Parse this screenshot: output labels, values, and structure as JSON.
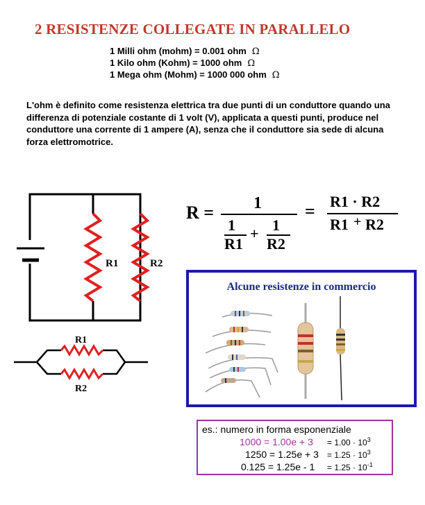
{
  "title": "2 RESISTENZE COLLEGATE IN PARALLELO",
  "units": [
    {
      "text": "1 Milli ohm (mohm) = 0.001 ohm",
      "symbol": "Ω"
    },
    {
      "text": "1 Kilo ohm (Kohm) = 1000 ohm",
      "symbol": "Ω"
    },
    {
      "text": "1 Mega ohm (Mohm) = 1000 000 ohm",
      "symbol": "Ω"
    }
  ],
  "definition": "L'ohm è definito come resistenza elettrica tra due punti di un conduttore quando una differenza di potenziale costante di 1 volt (V), applicata a questi punti, produce nel conduttore una corrente di 1 ampere (A), senza che il conduttore sia sede di alcuna forza elettromotrice.",
  "circuit": {
    "r1_label": "R1",
    "r2_label": "R2"
  },
  "series_diagram": {
    "r1_label": "R1",
    "r2_label": "R2"
  },
  "formula": {
    "lhs": "R =",
    "one": "1",
    "frac_one_a": "1",
    "frac_r1": "R1",
    "plus": "+",
    "frac_one_b": "1",
    "frac_r2": "R2",
    "equals": "=",
    "product": "R1 · R2",
    "sum_r1": "R1",
    "sum_plus": "+",
    "sum_r2": "R2"
  },
  "commercio": {
    "title": "Alcune resistenze in commercio"
  },
  "expo": {
    "heading": "es.: numero in forma esponenziale",
    "rows": [
      {
        "left": "1000 = 1.00e + 3",
        "right": "= 1.00 · 10",
        "exp": "3",
        "highlight": true
      },
      {
        "left": "1250 = 1.25e + 3",
        "right": "= 1.25 · 10",
        "exp": "3",
        "highlight": false
      },
      {
        "left": "0.125 = 1.25e - 1",
        "right": "= 1.25 · 10",
        "exp": "-1",
        "highlight": false
      }
    ]
  },
  "colors": {
    "title": "#c0392b",
    "resistor": "#e02020",
    "box_border": "#1a1aa8",
    "expo_border": "#a0329a"
  }
}
